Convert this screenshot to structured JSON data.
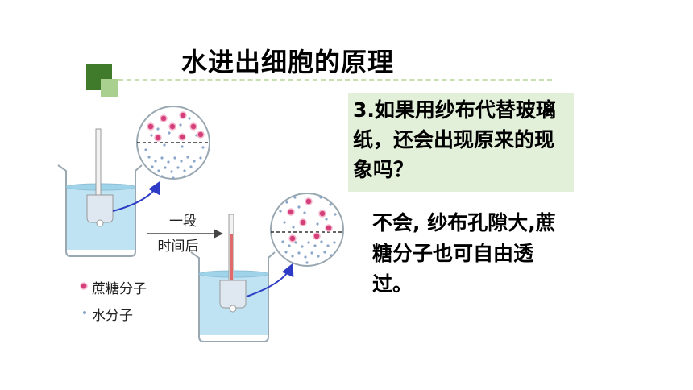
{
  "slide": {
    "title": "水进出细胞的原理",
    "question": "3.如果用纱布代替玻璃纸，还会出现原来的现象吗？",
    "answer": "不会, 纱布孔隙大,蔗糖分子也可自由透过。"
  },
  "figure": {
    "arrow_label_line1": "一段",
    "arrow_label_line2": "时间后",
    "legend": [
      {
        "label": "蔗糖分子"
      },
      {
        "label": "水分子"
      }
    ]
  },
  "colors": {
    "deco_dark": "#3f7b2a",
    "deco_light": "#a9d08e",
    "question_box": "#e2efd9",
    "water": "#bfe3f2",
    "sucrose": "#d43f7a",
    "arrow": "#2e3bc6"
  }
}
